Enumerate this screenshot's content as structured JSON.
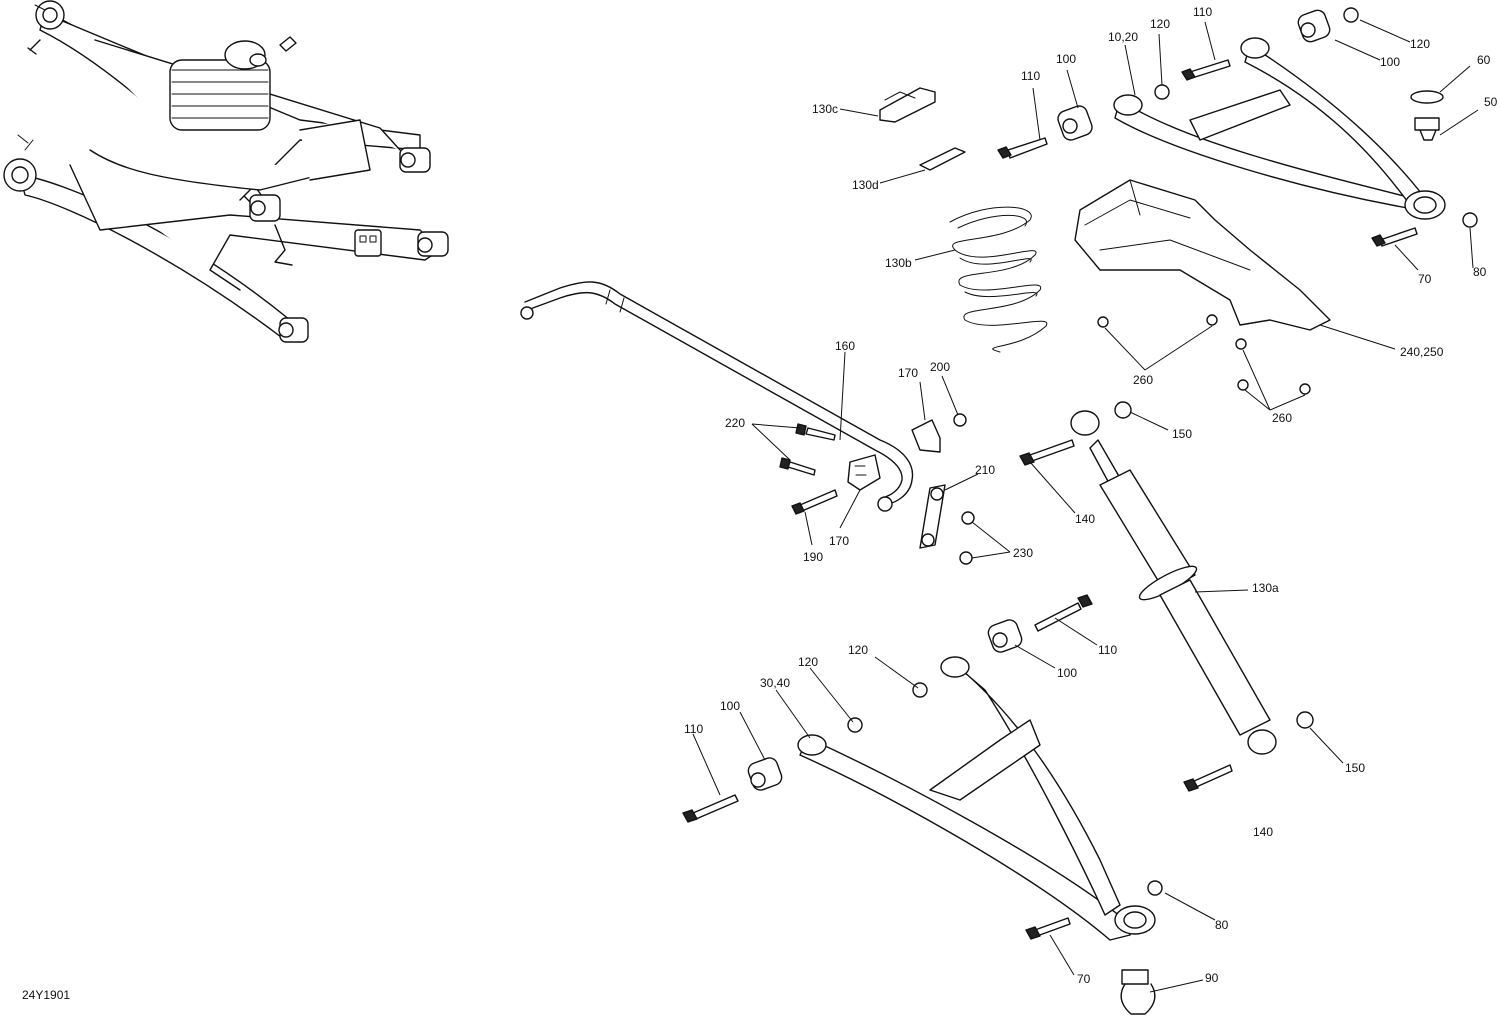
{
  "diagram": {
    "drawing_code": "24Y1901",
    "callouts": [
      {
        "id": "c-130c",
        "label": "130c"
      },
      {
        "id": "c-130d",
        "label": "130d"
      },
      {
        "id": "c-130b",
        "label": "130b"
      },
      {
        "id": "c-110-top-a",
        "label": "110"
      },
      {
        "id": "c-100-top-a",
        "label": "100"
      },
      {
        "id": "c-10-20",
        "label": "10,20"
      },
      {
        "id": "c-120-top-a",
        "label": "120"
      },
      {
        "id": "c-110-top-b",
        "label": "110"
      },
      {
        "id": "c-120-top-b",
        "label": "120"
      },
      {
        "id": "c-100-top-b",
        "label": "100"
      },
      {
        "id": "c-60",
        "label": "60"
      },
      {
        "id": "c-50",
        "label": "50"
      },
      {
        "id": "c-70-top",
        "label": "70"
      },
      {
        "id": "c-80-top",
        "label": "80"
      },
      {
        "id": "c-240-250",
        "label": "240,250"
      },
      {
        "id": "c-260-a",
        "label": "260"
      },
      {
        "id": "c-260-b",
        "label": "260"
      },
      {
        "id": "c-160",
        "label": "160"
      },
      {
        "id": "c-170-a",
        "label": "170"
      },
      {
        "id": "c-200",
        "label": "200"
      },
      {
        "id": "c-220",
        "label": "220"
      },
      {
        "id": "c-210",
        "label": "210"
      },
      {
        "id": "c-170-b",
        "label": "170"
      },
      {
        "id": "c-190",
        "label": "190"
      },
      {
        "id": "c-230",
        "label": "230"
      },
      {
        "id": "c-150-a",
        "label": "150"
      },
      {
        "id": "c-140-a",
        "label": "140"
      },
      {
        "id": "c-130a",
        "label": "130a"
      },
      {
        "id": "c-110-bot-a",
        "label": "110"
      },
      {
        "id": "c-100-bot-a",
        "label": "100"
      },
      {
        "id": "c-120-bot-a",
        "label": "120"
      },
      {
        "id": "c-120-bot-b",
        "label": "120"
      },
      {
        "id": "c-30-40",
        "label": "30,40"
      },
      {
        "id": "c-100-bot-b",
        "label": "100"
      },
      {
        "id": "c-110-bot-b",
        "label": "110"
      },
      {
        "id": "c-150-b",
        "label": "150"
      },
      {
        "id": "c-140-b",
        "label": "140"
      },
      {
        "id": "c-80-bot",
        "label": "80"
      },
      {
        "id": "c-70-bot",
        "label": "70"
      },
      {
        "id": "c-90",
        "label": "90"
      }
    ]
  }
}
